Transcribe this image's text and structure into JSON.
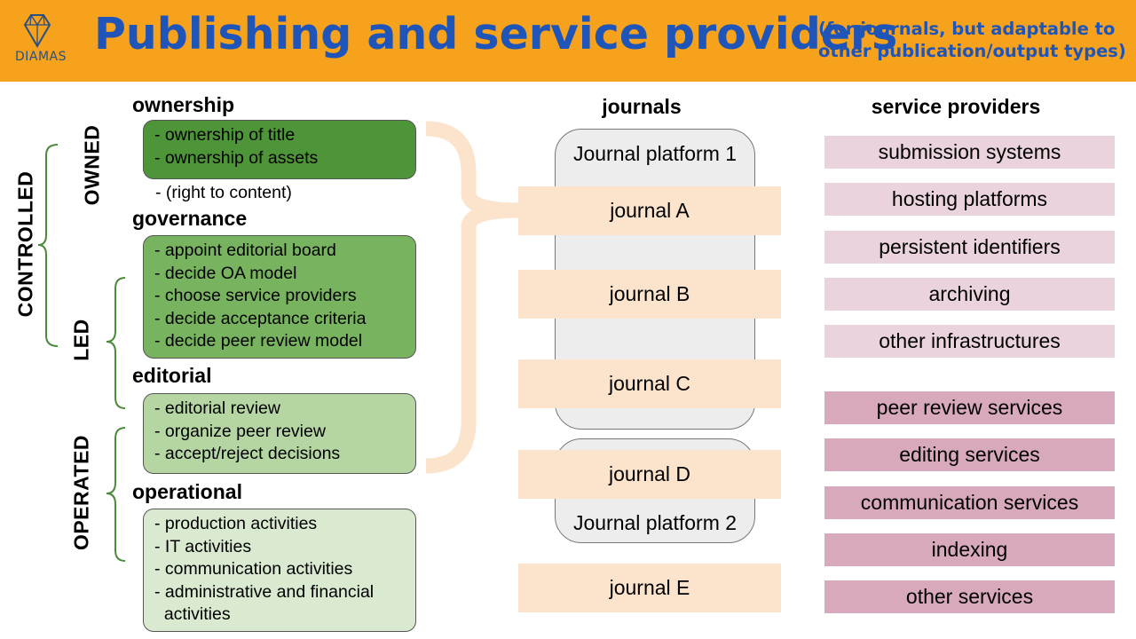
{
  "header": {
    "logo_text": "DIAMAS",
    "title": "Publishing and service providers",
    "subtitle_line1": "(for journals, but adaptable to",
    "subtitle_line2": "other publication/output types)"
  },
  "colors": {
    "header_bg": "#f6a21c",
    "title_blue": "#1f55b8",
    "bracket_green": "#4a8a3a",
    "connector_peach": "#fce4cc"
  },
  "side_labels": {
    "controlled": "CONTROLLED",
    "owned": "OWNED",
    "led": "LED",
    "operated": "OPERATED"
  },
  "sections": {
    "ownership": {
      "title": "ownership",
      "items": [
        "- ownership of title",
        "- ownership of assets"
      ],
      "extra": "- (right to content)"
    },
    "governance": {
      "title": "governance",
      "items": [
        "- appoint editorial board",
        "- decide OA model",
        "- choose service providers",
        "- decide acceptance criteria",
        "- decide peer review model"
      ]
    },
    "editorial": {
      "title": "editorial",
      "items": [
        "- editorial review",
        "- organize peer review",
        "- accept/reject decisions"
      ]
    },
    "operational": {
      "title": "operational",
      "items": [
        "- production activities",
        "- IT activities",
        "- communication activities",
        "- administrative and financial",
        "  activities"
      ]
    }
  },
  "journals": {
    "title": "journals",
    "platform1": "Journal platform 1",
    "platform2": "Journal platform 2",
    "items": [
      "journal A",
      "journal B",
      "journal C",
      "journal D",
      "journal E"
    ]
  },
  "service_providers": {
    "title": "service providers",
    "infrastructure": [
      "submission systems",
      "hosting platforms",
      "persistent identifiers",
      "archiving",
      "other infrastructures"
    ],
    "services": [
      "peer review services",
      "editing services",
      "communication services",
      "indexing",
      "other services"
    ]
  }
}
